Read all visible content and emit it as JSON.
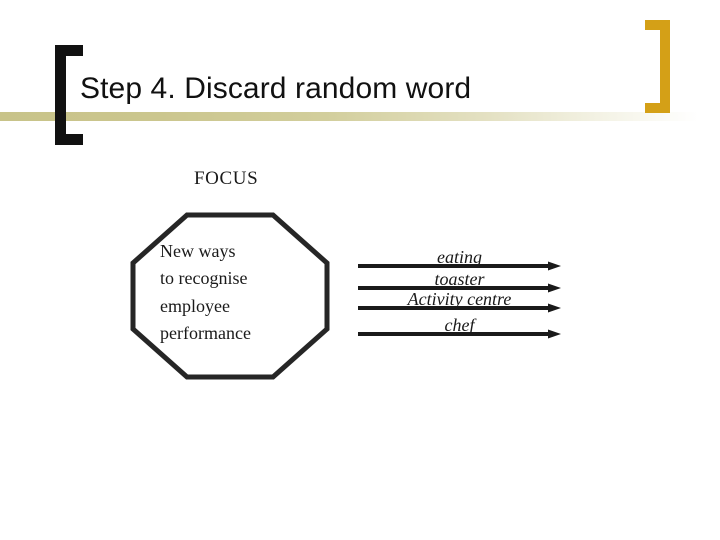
{
  "slide": {
    "title": "Step 4. Discard random word",
    "focus_label": "FOCUS",
    "octagon": {
      "lines": [
        "New ways",
        "to recognise",
        "employee",
        "performance"
      ]
    },
    "discarded_words": [
      {
        "text": "eating"
      },
      {
        "text": "toaster"
      },
      {
        "text": "Activity centre"
      },
      {
        "text": "chef"
      }
    ],
    "decor": {
      "bracket_left_icon": "open-bracket-icon",
      "bracket_right_icon": "close-bracket-icon",
      "band_icon": "title-underline-band"
    },
    "colors": {
      "text": "#1a1a1a",
      "bracket_left": "#111111",
      "bracket_right": "#d4a017",
      "band_start": "#c8c389",
      "band_end": "#ffffff",
      "background": "#ffffff"
    }
  }
}
